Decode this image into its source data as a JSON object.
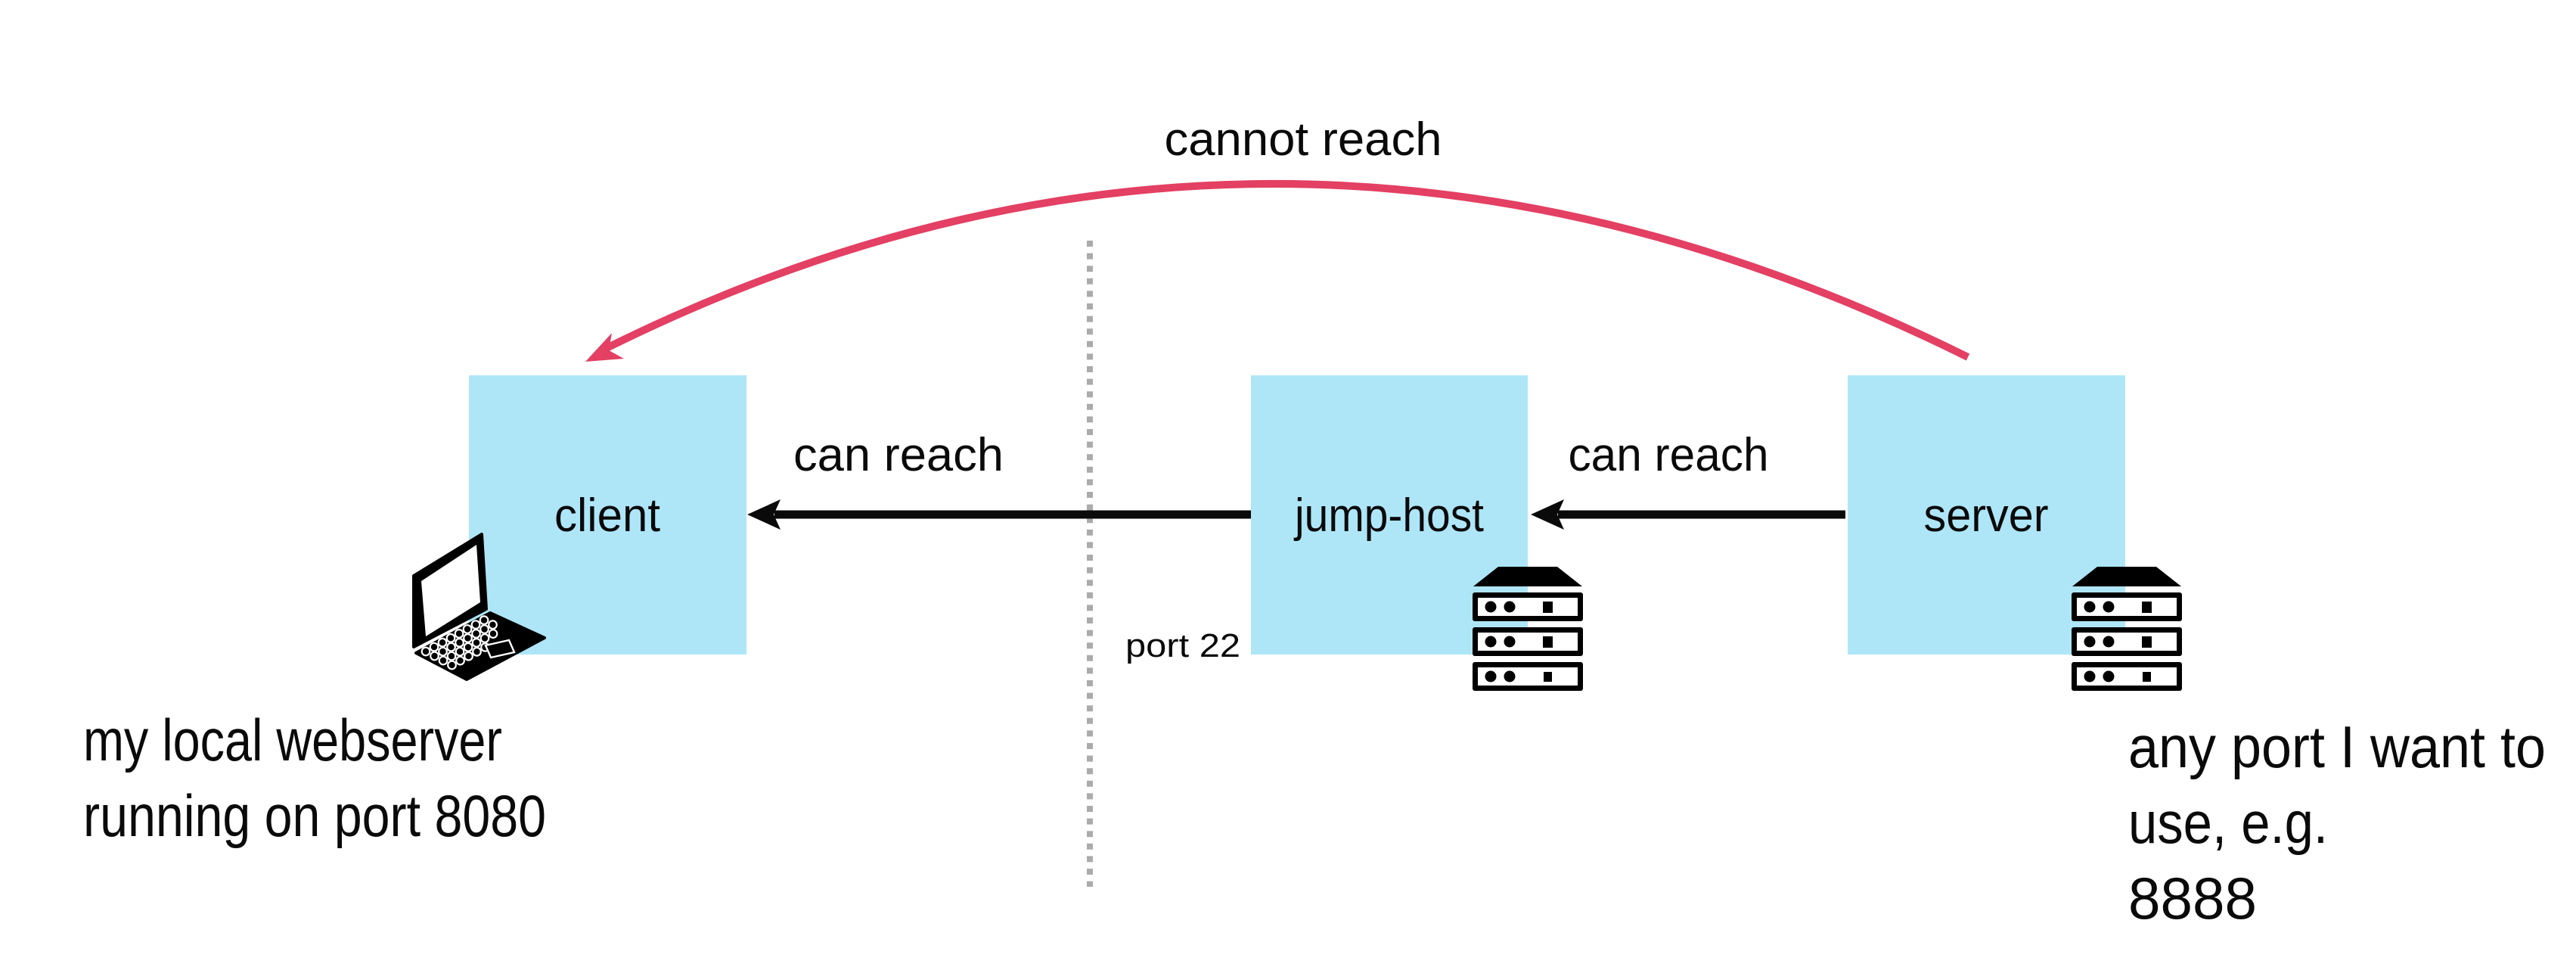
{
  "colors": {
    "box_fill": "#AEE6F8",
    "pink": "#E34063",
    "ink": "#0a0a0a",
    "divider_gray": "#ABABAB"
  },
  "nodes": {
    "client": {
      "label": "client"
    },
    "jump_host": {
      "label": "jump-host"
    },
    "server": {
      "label": "server"
    }
  },
  "edges": {
    "cannot_reach_label": "cannot reach",
    "jump_to_client_label": "can reach",
    "server_to_jump_label": "can reach",
    "divider_port_label": "port 22"
  },
  "notes": {
    "client_line1": "my local webserver",
    "client_line2": "running on port 8080",
    "server_line1": "any port I want to",
    "server_line2": "use, e.g.",
    "server_line3": "8888"
  },
  "icons": {
    "client": "laptop-icon",
    "jump_host": "server-rack-icon",
    "server": "server-rack-icon"
  }
}
